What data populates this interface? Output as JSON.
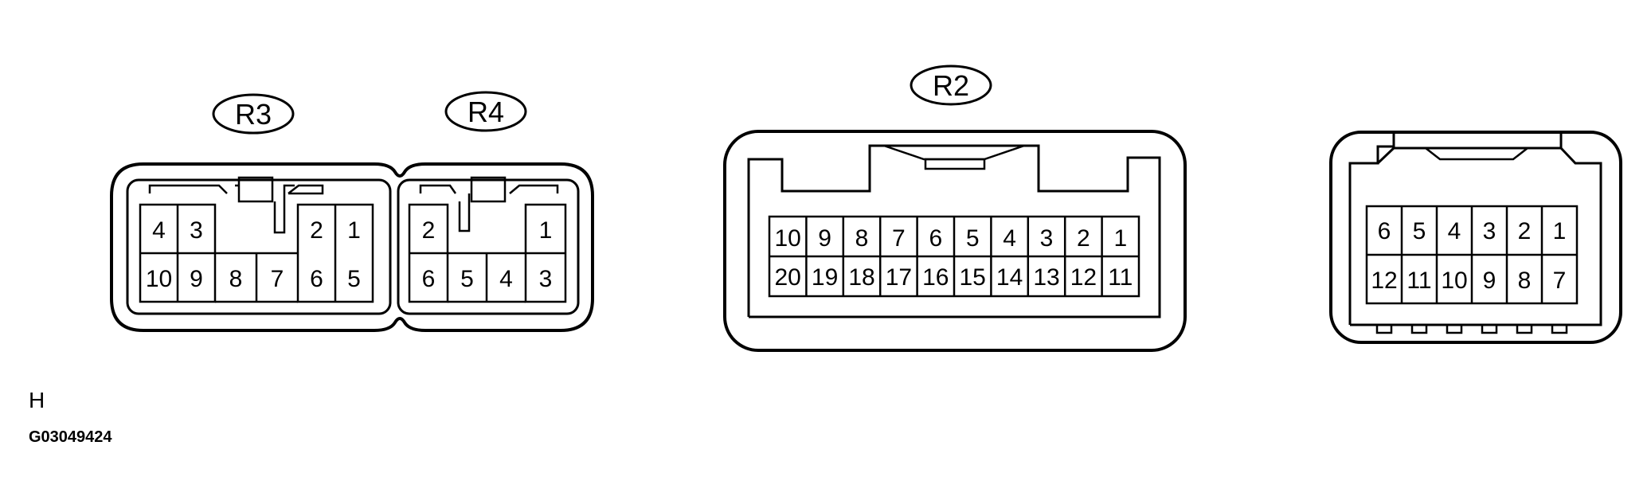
{
  "connectors": {
    "r3": {
      "label": "R3",
      "top_row": [
        "4",
        "3",
        "",
        "",
        "2",
        "1"
      ],
      "bottom_row": [
        "10",
        "9",
        "8",
        "7",
        "6",
        "5"
      ]
    },
    "r4": {
      "label": "R4",
      "top_row": [
        "2",
        "",
        "",
        "1"
      ],
      "bottom_row": [
        "6",
        "5",
        "4",
        "3"
      ]
    },
    "r2": {
      "label": "R2",
      "top_row": [
        "10",
        "9",
        "8",
        "7",
        "6",
        "5",
        "4",
        "3",
        "2",
        "1"
      ],
      "bottom_row": [
        "20",
        "19",
        "18",
        "17",
        "16",
        "15",
        "14",
        "13",
        "12",
        "11"
      ]
    },
    "unlabeled": {
      "top_row": [
        "6",
        "5",
        "4",
        "3",
        "2",
        "1"
      ],
      "bottom_row": [
        "12",
        "11",
        "10",
        "9",
        "8",
        "7"
      ]
    }
  },
  "footer": {
    "letter": "H",
    "code": "G03049424"
  }
}
